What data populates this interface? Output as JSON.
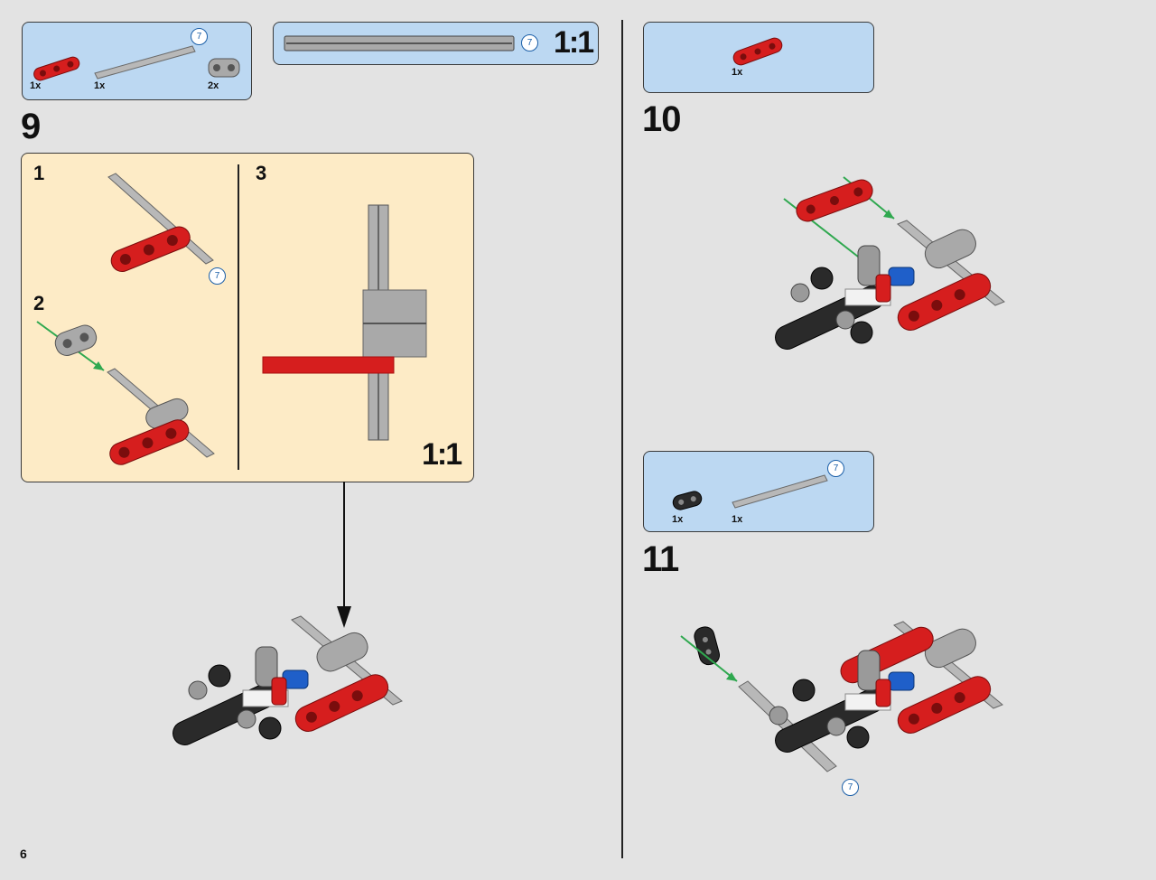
{
  "page_number": "6",
  "step9": {
    "number": "9",
    "parts": [
      {
        "name": "red-beam",
        "qty": "1x"
      },
      {
        "name": "grey-axle",
        "qty": "1x",
        "length": "7"
      },
      {
        "name": "grey-connector",
        "qty": "2x"
      }
    ],
    "axle_reference": {
      "length": "7",
      "scale": "1:1"
    },
    "subassembly": {
      "sub1": {
        "number": "1",
        "callout_length": "7"
      },
      "sub2": {
        "number": "2"
      },
      "sub3": {
        "number": "3",
        "scale": "1:1"
      }
    }
  },
  "step10": {
    "number": "10",
    "parts": [
      {
        "name": "red-beam",
        "qty": "1x"
      }
    ]
  },
  "step11": {
    "number": "11",
    "parts": [
      {
        "name": "black-connector",
        "qty": "1x"
      },
      {
        "name": "grey-axle",
        "qty": "1x",
        "length": "7"
      }
    ],
    "callout_length": "7"
  },
  "colors": {
    "page_bg": "#e3e3e3",
    "parts_box": "#bcd8f2",
    "subassembly_bg": "#fdebc6",
    "lego_red": "#d61e1e",
    "lego_grey": "#a9a9a9",
    "lego_black": "#2a2a2a",
    "lego_blue": "#1f5fc9",
    "arrow_green": "#2fa84f"
  }
}
